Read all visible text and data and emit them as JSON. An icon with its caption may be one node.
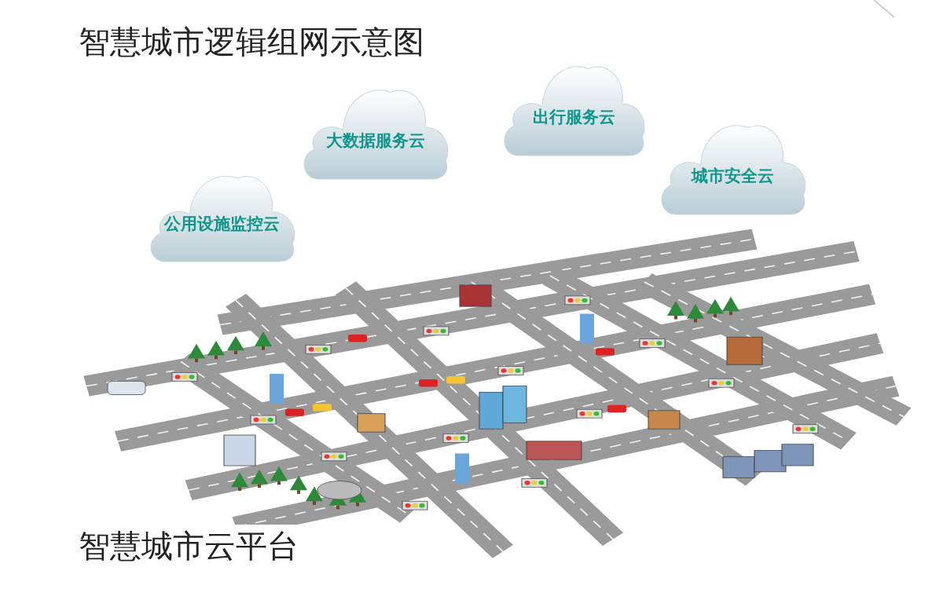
{
  "diagram": {
    "title": "智慧城市逻辑组网示意图",
    "nodes": [
      {
        "text": [
          "公用设施监控云"
        ]
      },
      {
        "text": [
          "大数据服务云"
        ]
      },
      {
        "text": [
          "出行服务云"
        ]
      },
      {
        "text": [
          "城市安全云"
        ]
      }
    ],
    "labels": [
      "智慧城市云平台"
    ]
  }
}
